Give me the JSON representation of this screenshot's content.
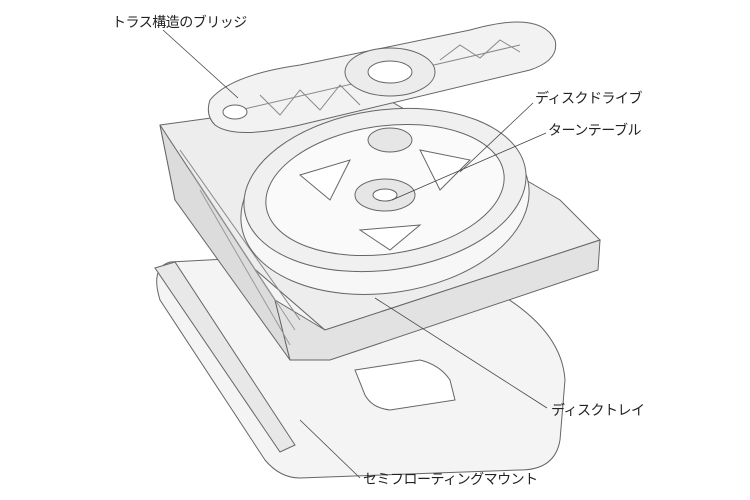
{
  "labels": {
    "bridge": "トラス構造のブリッジ",
    "disc_drive": "ディスクドライブ",
    "turntable": "ターンテーブル",
    "disc_tray": "ディスクトレイ",
    "mount": "セミフローティングマウント"
  },
  "colors": {
    "line": "#555555",
    "fill": "#f2f2f2",
    "text": "#222222"
  }
}
